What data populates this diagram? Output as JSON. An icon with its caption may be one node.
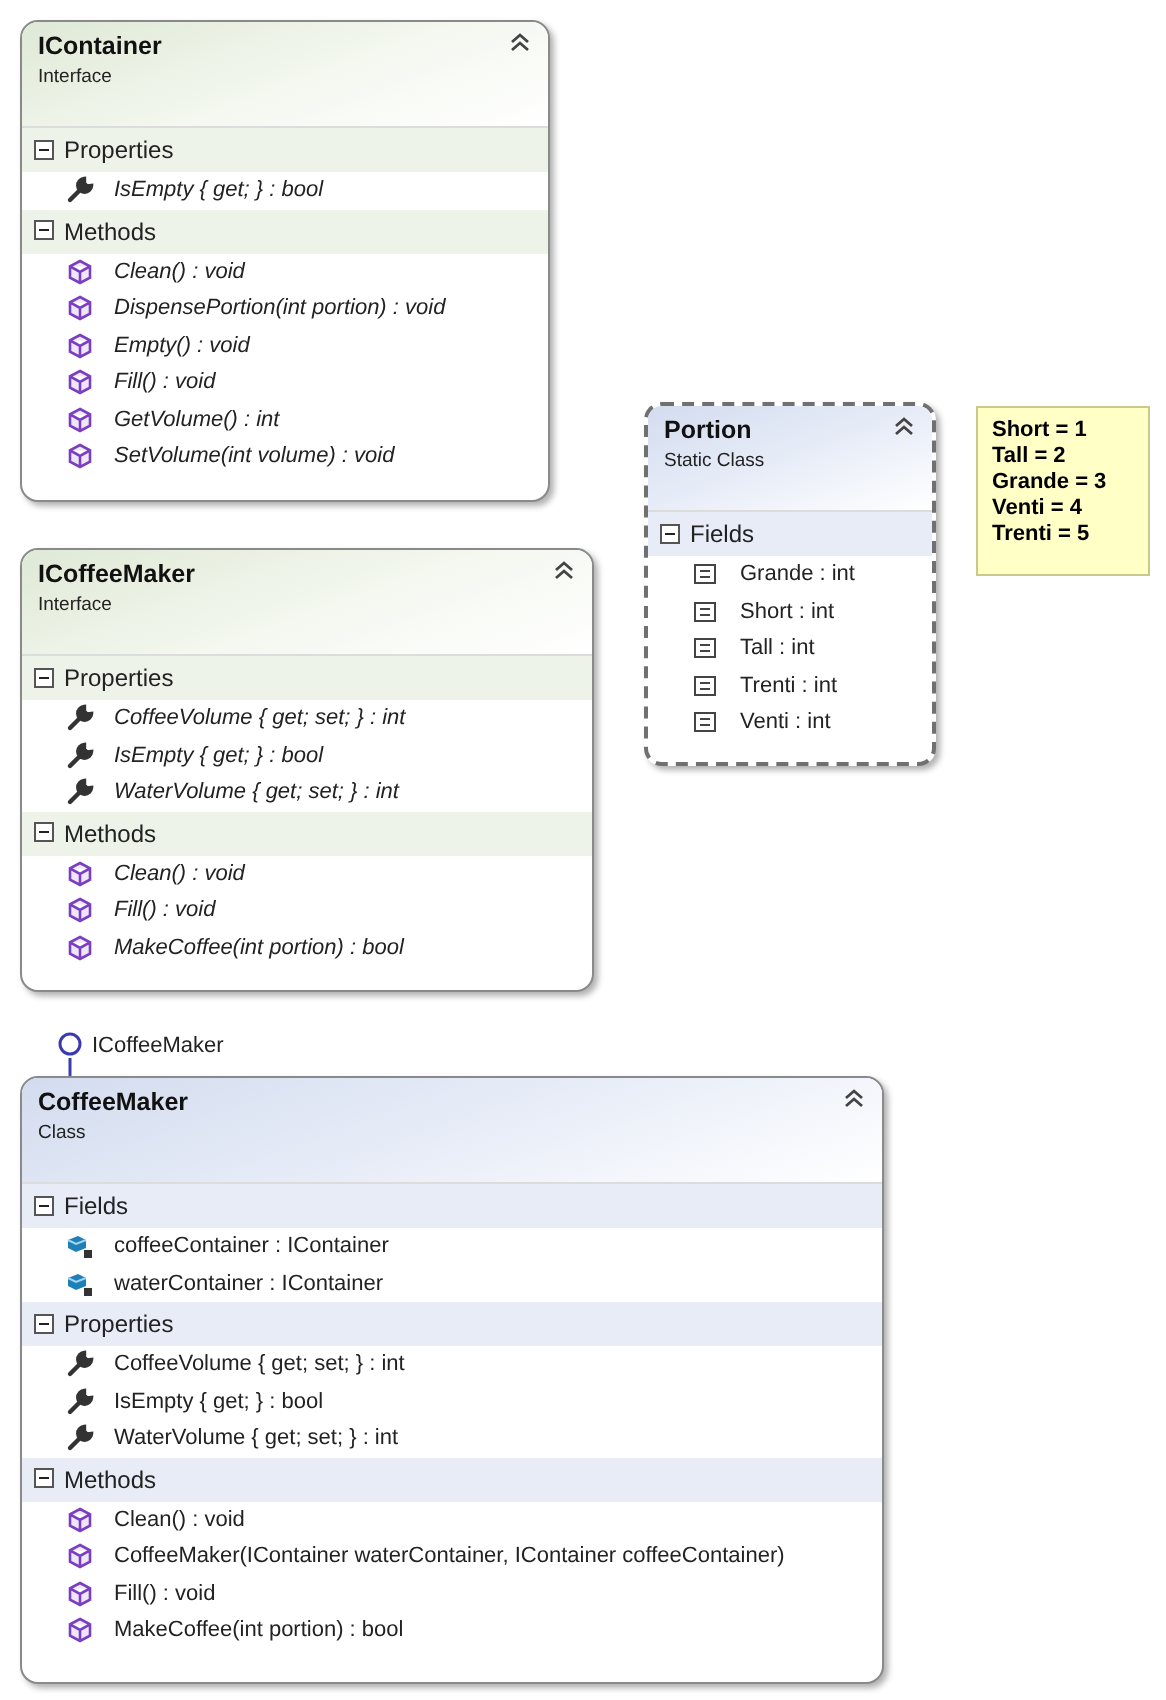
{
  "diagram": {
    "nodes": [
      {
        "text": [
          "IContainer",
          "Interface"
        ]
      },
      {
        "text": [
          "Properties",
          "IsEmpty { get; } : bool"
        ],
        "in": 0
      },
      {
        "text": [
          "Methods",
          "Clean() : void",
          "DispensePortion(int portion) : void",
          "Empty() : void",
          "Fill() : void",
          "GetVolume() : int",
          "SetVolume(int volume) : void"
        ],
        "in": 0
      },
      {
        "text": [
          "ICoffeeMaker",
          "Interface"
        ]
      },
      {
        "text": [
          "Properties",
          "CoffeeVolume { get; set; } : int",
          "IsEmpty { get; } : bool",
          "WaterVolume { get; set; } : int"
        ],
        "in": 3
      },
      {
        "text": [
          "Methods",
          "Clean() : void",
          "Fill() : void",
          "MakeCoffee(int portion) : bool"
        ],
        "in": 3
      },
      {
        "text": [
          "Portion",
          "Static Class"
        ]
      },
      {
        "text": [
          "Fields",
          "Grande : int",
          "Short : int",
          "Tall : int",
          "Trenti : int",
          "Venti : int"
        ],
        "in": 6
      },
      {
        "text": [
          "Short = 1",
          "Tall = 2",
          "Grande = 3",
          "Venti = 4",
          "Trenti = 5"
        ]
      },
      {
        "text": [
          "ICoffeeMaker"
        ]
      },
      {
        "text": [
          "CoffeeMaker",
          "Class"
        ]
      },
      {
        "text": [
          "Fields",
          "coffeeContainer : IContainer",
          "waterContainer : IContainer"
        ],
        "in": 10
      },
      {
        "text": [
          "Properties",
          "CoffeeVolume { get; set; } : int",
          "IsEmpty { get; } : bool",
          "WaterVolume { get; set; } : int"
        ],
        "in": 10
      },
      {
        "text": [
          "Methods",
          "Clean() : void",
          "CoffeeMaker(IContainer waterContainer, IContainer coffeeContainer)",
          "Fill() : void",
          "MakeCoffee(int portion) : bool"
        ],
        "in": 10
      }
    ],
    "edges": [
      {
        "from": 9,
        "to": 10,
        "arrow": "other"
      }
    ]
  }
}
